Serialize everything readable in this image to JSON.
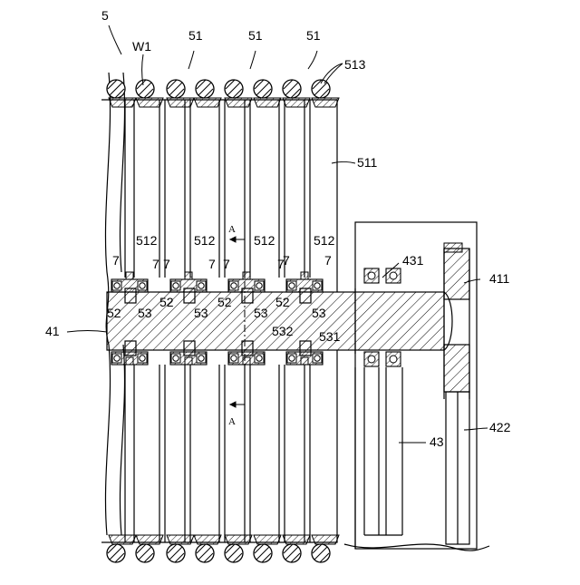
{
  "labels": {
    "assembly": "5",
    "wire": "W1",
    "pulley_1": "51",
    "pulley_2": "51",
    "pulley_3": "51",
    "groove": "513",
    "frame_plate": "511",
    "hub": "512",
    "bearing": "7",
    "spacer": "52",
    "key": "53",
    "shaft": "41",
    "key_top": "532",
    "keyway": "531",
    "housing_bearing": "431",
    "gear": "411",
    "housing": "43",
    "support": "422",
    "section": "A"
  }
}
